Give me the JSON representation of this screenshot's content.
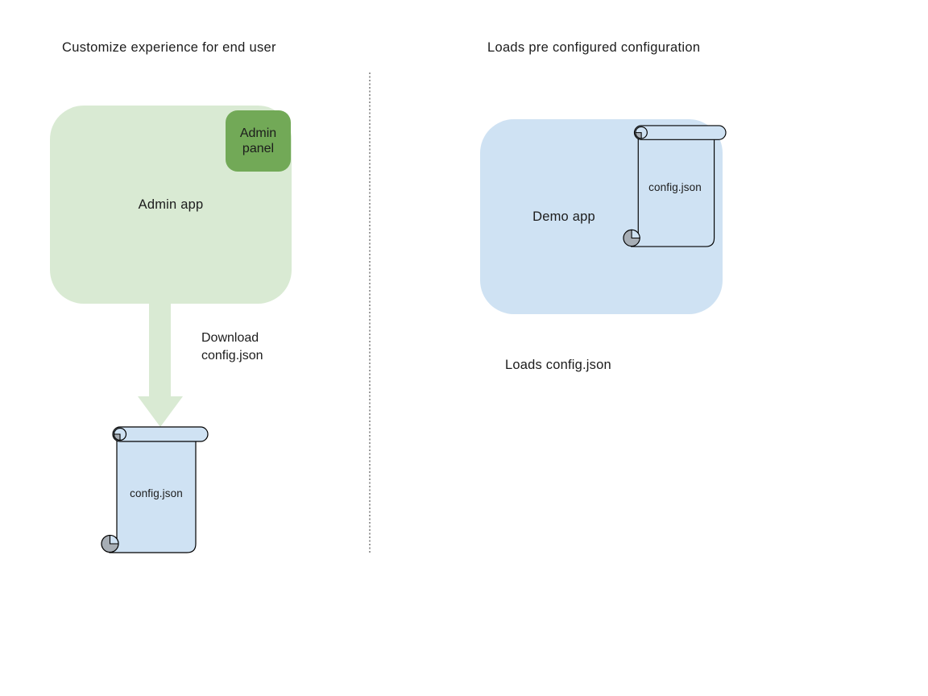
{
  "colors": {
    "light_green": "#d9ead3",
    "green": "#72a957",
    "light_blue": "#cfe2f3",
    "curl_gray": "#a7aeb5",
    "outline": "#000000",
    "divider_gray": "#9a9a9a",
    "text": "#1c1c1c"
  },
  "left_panel": {
    "title": "Customize experience for end user",
    "admin_app_label": "Admin app",
    "admin_panel_label": "Admin panel",
    "download_label": "Download config.json",
    "config_file_label": "config.json"
  },
  "right_panel": {
    "title": "Loads pre configured configuration",
    "demo_app_label": "Demo app",
    "config_file_label": "config.json",
    "caption": "Loads config.json"
  }
}
